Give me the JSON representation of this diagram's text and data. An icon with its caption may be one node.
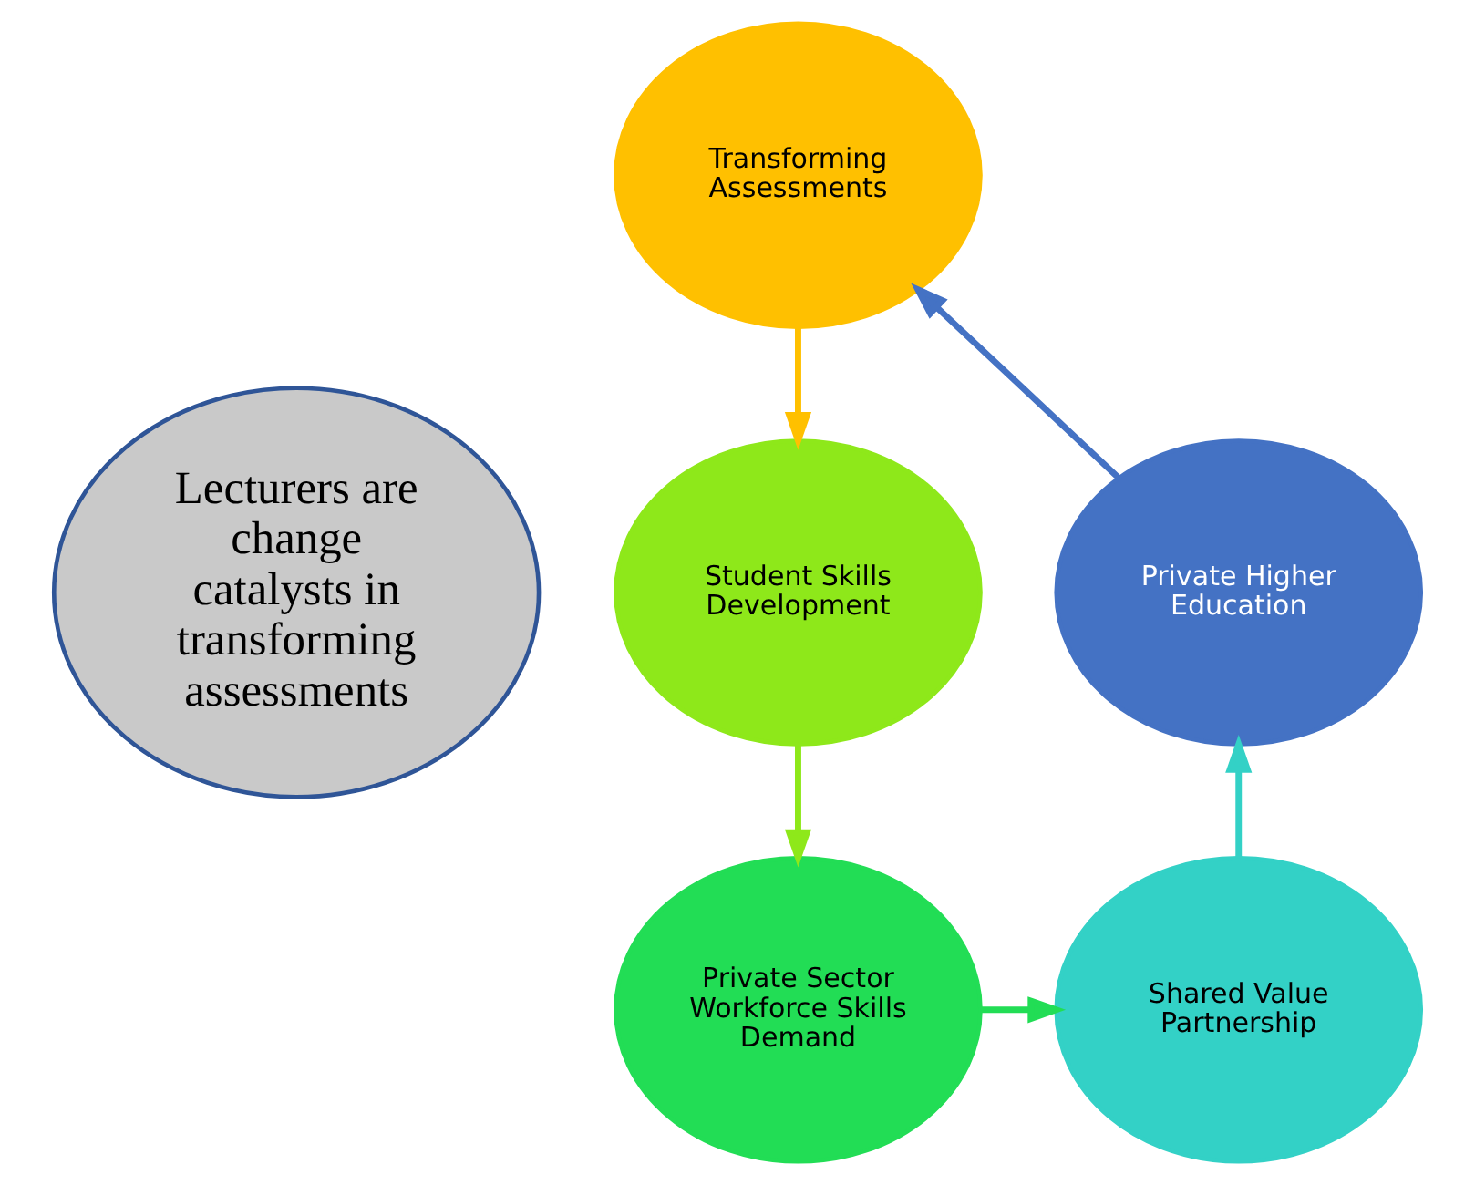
{
  "diagram": {
    "nodes": [
      {
        "text": [
          "Lecturers are change catalysts in transforming assessments"
        ]
      },
      {
        "text": [
          "Transforming Assessments"
        ]
      },
      {
        "text": [
          "Student Skills Development"
        ]
      },
      {
        "text": [
          "Private Sector Workforce Skills Demand"
        ]
      },
      {
        "text": [
          "Shared Value Partnership"
        ]
      },
      {
        "text": [
          "Private Higher Education"
        ]
      }
    ],
    "edges": [
      {
        "from": 5,
        "to": 1,
        "arrow": "to",
        "color": "#4472c4"
      },
      {
        "from": 1,
        "to": 2,
        "arrow": "to",
        "color": "#ffc000"
      },
      {
        "from": 2,
        "to": 3,
        "arrow": "to",
        "color": "#8ee81a"
      },
      {
        "from": 3,
        "to": 4,
        "arrow": "to",
        "color": "#22dd55"
      },
      {
        "from": 4,
        "to": 5,
        "arrow": "to",
        "color": "#33d1c6"
      }
    ]
  }
}
